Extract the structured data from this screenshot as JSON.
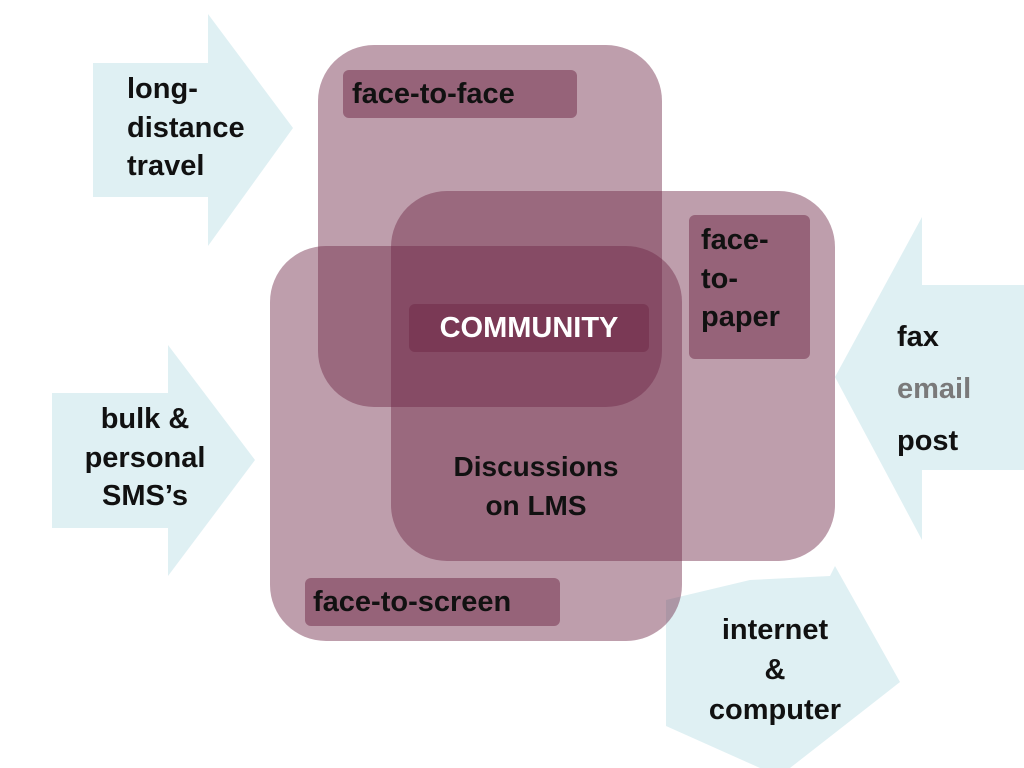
{
  "colors": {
    "arrow_fill": "#dff0f3",
    "box_fill": "#8a4f65",
    "community_text": "#ffffff",
    "email_text": "#7a7a7a",
    "text": "#111111"
  },
  "arrows": {
    "long_distance": {
      "lines": [
        "long-",
        "distance",
        "travel"
      ],
      "direction": "right"
    },
    "bulk_sms": {
      "lines": [
        "bulk &",
        "personal",
        "SMS’s"
      ],
      "direction": "right"
    },
    "internet": {
      "lines": [
        "internet",
        "&",
        "computer"
      ],
      "direction": "up-right"
    },
    "media": {
      "fax": "fax",
      "email": "email",
      "post": "post",
      "direction": "left"
    }
  },
  "boxes": {
    "face_to_face": {
      "label": "face-to-face"
    },
    "face_to_paper": {
      "lines": [
        "face-",
        "to-",
        "paper"
      ]
    },
    "face_to_screen": {
      "label": "face-to-screen"
    },
    "community": {
      "label": "COMMUNITY"
    },
    "discussions": {
      "lines": [
        "Discussions",
        "on LMS"
      ]
    }
  }
}
